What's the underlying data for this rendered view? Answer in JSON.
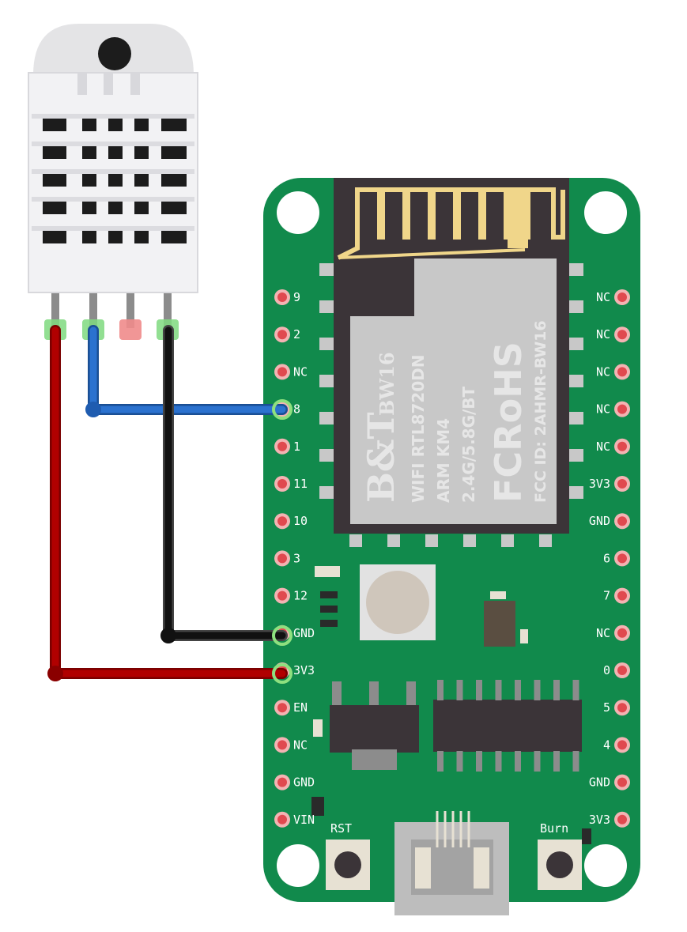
{
  "module": {
    "brand": "B&T",
    "model": "BW16",
    "lines": [
      "WIFI RTL8720DN",
      "ARM KM4",
      "2.4G/5.8G/BT"
    ],
    "cert": "FCRoHS",
    "fcc": "FCC ID: 2AHMR-BW16"
  },
  "board": {
    "left_pins": [
      "9",
      "2",
      "NC",
      "8",
      "1",
      "11",
      "10",
      "3",
      "12",
      "GND",
      "3V3",
      "EN",
      "NC",
      "GND",
      "VIN"
    ],
    "right_pins": [
      "NC",
      "NC",
      "NC",
      "NC",
      "NC",
      "3V3",
      "GND",
      "6",
      "7",
      "NC",
      "0",
      "5",
      "4",
      "GND",
      "3V3"
    ],
    "buttons": {
      "rst": "RST",
      "burn": "Burn"
    }
  },
  "colors": {
    "board": "#118a4c",
    "wire_power": "#b10000",
    "wire_data": "#2b72cf",
    "wire_ground": "#111111",
    "pin_pad": "#e0494f",
    "module_shield": "#c8c8c8",
    "antenna": "#f0d68a"
  },
  "icons": {
    "sensor": "dht22-sensor",
    "connector": "micro-usb-connector"
  }
}
